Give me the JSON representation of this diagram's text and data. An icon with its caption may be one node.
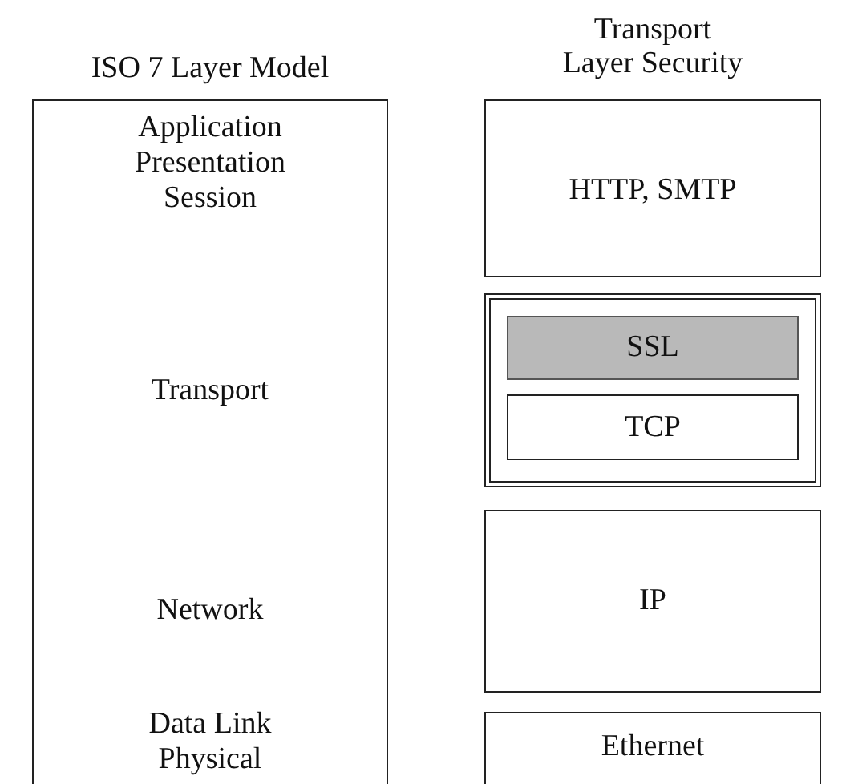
{
  "diagram": {
    "nodes": [
      {
        "text": [
          "ISO 7 Layer Model",
          "Application Presentation Session",
          "Transport",
          "Network",
          "Data Link Physical"
        ]
      },
      {
        "text": [
          "HTTP, SMTP"
        ]
      },
      {
        "text": [],
        "shape": "box"
      },
      {
        "text": [
          "SSL"
        ],
        "in": 2
      },
      {
        "text": [
          "TCP"
        ],
        "in": 2
      },
      {
        "text": [
          "IP"
        ]
      },
      {
        "text": [
          "Ethernet"
        ]
      }
    ],
    "edges": [],
    "labels": [
      "Transport Layer Security"
    ]
  }
}
